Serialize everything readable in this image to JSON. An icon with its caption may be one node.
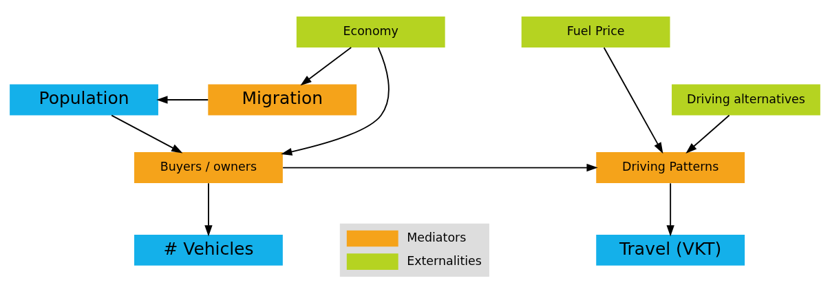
{
  "diagram": {
    "nodes": [
      {
        "text": [
          "Population"
        ]
      },
      {
        "text": [
          "Migration"
        ]
      },
      {
        "text": [
          "Fuel Price"
        ]
      },
      {
        "text": [
          "Economy"
        ]
      },
      {
        "text": [
          "Driving Patterns"
        ]
      },
      {
        "text": [
          "Buyers / owners"
        ]
      },
      {
        "text": [
          "Driving alternatives"
        ]
      },
      {
        "text": [
          "Travel (VKT)"
        ]
      },
      {
        "text": [
          "# Vehicles"
        ]
      }
    ],
    "edges": [
      {
        "from": 1,
        "to": 0,
        "arrow": "to"
      },
      {
        "from": 3,
        "to": 1,
        "arrow": "to"
      },
      {
        "from": 0,
        "to": 5,
        "arrow": "to"
      },
      {
        "from": 3,
        "to": 5,
        "arrow": "to"
      },
      {
        "from": 2,
        "to": 4,
        "arrow": "to"
      },
      {
        "from": 5,
        "to": 4,
        "arrow": "to"
      },
      {
        "from": 6,
        "to": 4,
        "arrow": "to"
      },
      {
        "from": 4,
        "to": 7,
        "arrow": "to"
      },
      {
        "from": 5,
        "to": 8,
        "arrow": "to"
      }
    ],
    "legend": [
      {
        "text": "Mediators",
        "color": "#f5a31a"
      },
      {
        "text": "Externalities",
        "color": "#b5d321"
      }
    ]
  }
}
